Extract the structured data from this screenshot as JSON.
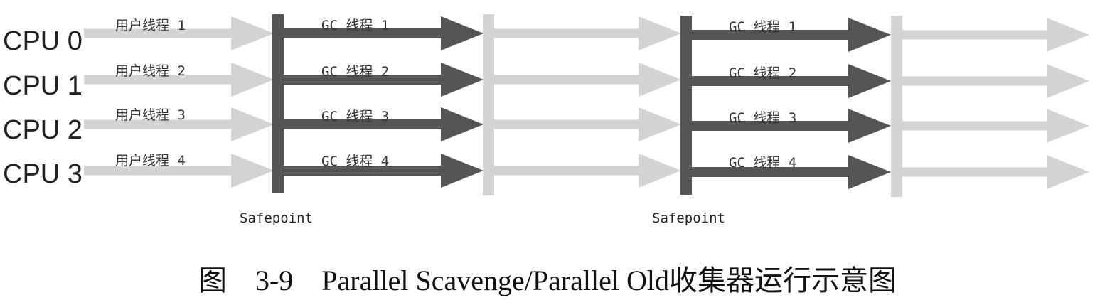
{
  "diagram": {
    "cpus": [
      "CPU 0",
      "CPU 1",
      "CPU 2",
      "CPU 3"
    ],
    "user_threads": [
      "用户线程 1",
      "用户线程 2",
      "用户线程 3",
      "用户线程 4"
    ],
    "gc_threads": [
      "GC 线程 1",
      "GC 线程 2",
      "GC 线程 3",
      "GC 线程 4"
    ],
    "safepoint_label": "Safepoint",
    "colors": {
      "user_arrow": "#d3d3d3",
      "gc_arrow": "#555555",
      "safepoint_bar": "#555555",
      "resume_bar": "#d3d3d3"
    }
  },
  "caption": "图    3-9    Parallel Scavenge/Parallel Old收集器运行示意图"
}
